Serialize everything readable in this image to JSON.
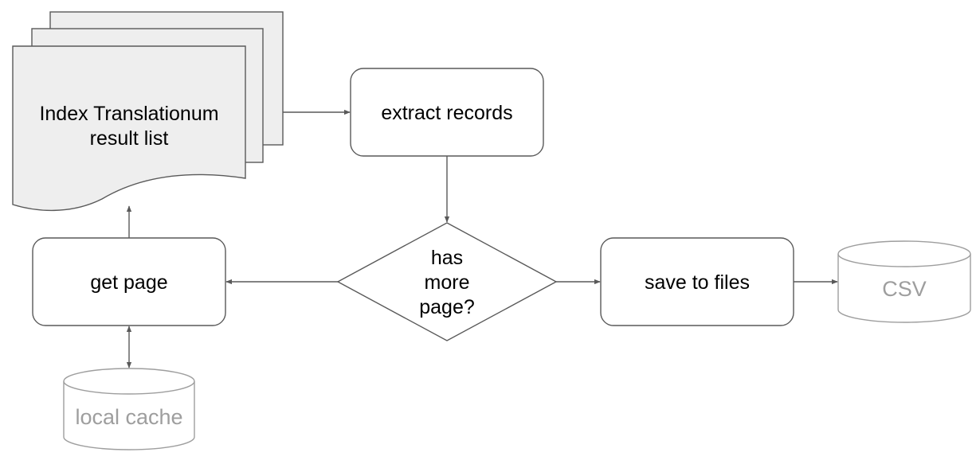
{
  "diagram": {
    "nodes": {
      "result_list": {
        "line1": "Index Translationum",
        "line2": "result list"
      },
      "extract": {
        "label": "extract records"
      },
      "decision": {
        "line1": "has",
        "line2": "more",
        "line3": "page?"
      },
      "get_page": {
        "label": "get page"
      },
      "save": {
        "label": "save to files"
      },
      "csv": {
        "label": "CSV"
      },
      "cache": {
        "label": "local cache"
      }
    },
    "edges": [
      {
        "from": "result_list",
        "to": "extract"
      },
      {
        "from": "extract",
        "to": "decision"
      },
      {
        "from": "decision",
        "to": "get_page"
      },
      {
        "from": "decision",
        "to": "save"
      },
      {
        "from": "save",
        "to": "csv"
      },
      {
        "from": "get_page",
        "to": "result_list"
      },
      {
        "from": "get_page",
        "to": "cache",
        "bidirectional": true
      }
    ],
    "colors": {
      "stroke": "#595959",
      "document_fill": "#eeeeee",
      "muted": "#9e9e9e"
    }
  }
}
